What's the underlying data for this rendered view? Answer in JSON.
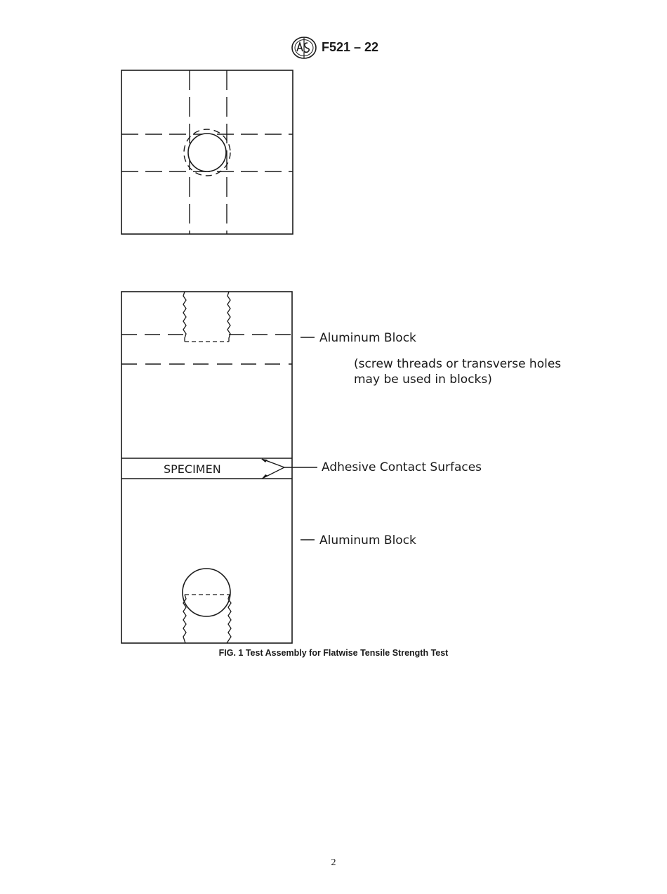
{
  "header": {
    "logo_icon": "astm-logo-icon",
    "doc_id": "F521 – 22"
  },
  "figure": {
    "label_block_top": "Aluminum Block",
    "note_line1": "(screw threads or transverse holes",
    "note_line2": "may be used in blocks)",
    "specimen": "SPECIMEN",
    "label_adhesive": "Adhesive Contact Surfaces",
    "label_block_bottom": "Aluminum Block"
  },
  "caption": "FIG. 1  Test Assembly for Flatwise Tensile Strength Test",
  "page_number": "2"
}
